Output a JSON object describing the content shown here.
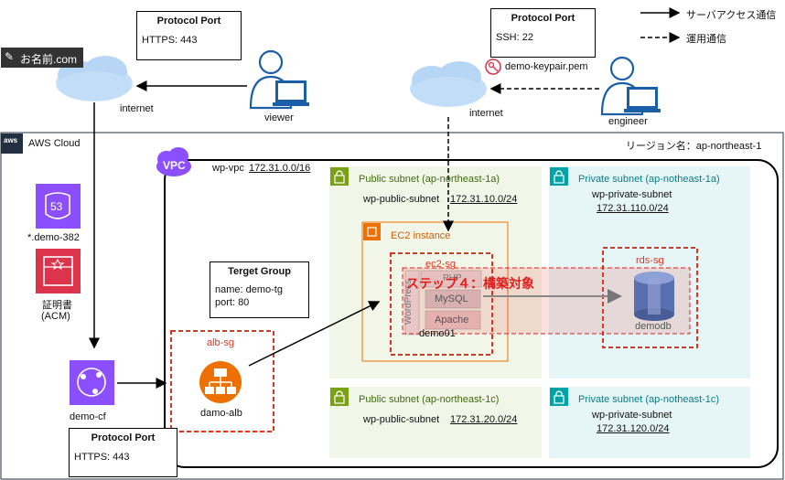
{
  "legend": {
    "server_access": "サーバアクセス通信",
    "operations": "運用通信"
  },
  "onamae": {
    "label": "お名前.com"
  },
  "internet_left": {
    "label": "internet"
  },
  "internet_right": {
    "label": "internet"
  },
  "viewer": {
    "label": "viewer"
  },
  "engineer": {
    "label": "engineer"
  },
  "keypair": {
    "label": "demo-keypair.pem"
  },
  "protocol_top_left": {
    "title": "Protocol Port",
    "value": "HTTPS: 443"
  },
  "protocol_top_right": {
    "title": "Protocol Port",
    "value": "SSH: 22"
  },
  "protocol_bottom": {
    "title": "Protocol Port",
    "value": "HTTPS: 443"
  },
  "aws": {
    "label": "AWS Cloud",
    "region": "リージョン名：ap-northeast-1"
  },
  "vpc": {
    "badge": "VPC",
    "name": "wp-vpc",
    "cidr": "172.31.0.0/16"
  },
  "route53": {
    "label": "*.demo-382",
    "icon_text": "53"
  },
  "acm": {
    "label_line1": "証明書",
    "label_line2": "(ACM)"
  },
  "cloudfront": {
    "label": "demo-cf"
  },
  "target_group": {
    "title": "Terget Group",
    "name": "name: demo-tg",
    "port": "port: 80"
  },
  "alb": {
    "sg": "alb-sg",
    "label": "damo-alb"
  },
  "public_1a": {
    "title": "Public subnet (ap-northeast-1a)",
    "name": "wp-public-subnet",
    "cidr": "172.31.10.0/24"
  },
  "public_1c": {
    "title": "Public subnet (ap-northeast-1c)",
    "name": "wp-public-subnet",
    "cidr": "172.31.20.0/24"
  },
  "private_1a": {
    "title": "Private subnet (ap-notheast-1a)",
    "name": "wp-private-subnet",
    "cidr": "172.31.110.0/24"
  },
  "private_1c": {
    "title": "Private subnet (ap-notheast-1c)",
    "name": "wp-private-subnet",
    "cidr": "172.31.120.0/24"
  },
  "ec2": {
    "title": "EC2 instance",
    "sg": "ec2-sg",
    "php": "PHP",
    "wordpress": "WordPress",
    "mysql": "MySQL",
    "apache": "Apache",
    "name": "demo01"
  },
  "rds": {
    "sg": "rds-sg",
    "name": "demodb"
  },
  "step": {
    "label": "ステップ４：構築対象"
  },
  "colors": {
    "aws_purple": "#8C4FFF",
    "route53_purple": "#8C4FFF",
    "acm_red": "#DD344C",
    "alb_orange": "#ED7100",
    "ec2_orange": "#ED7100",
    "public_green": "#7AA116",
    "private_teal": "#00A4A6",
    "sg_red": "#DD3522",
    "step_red": "#E02020"
  }
}
